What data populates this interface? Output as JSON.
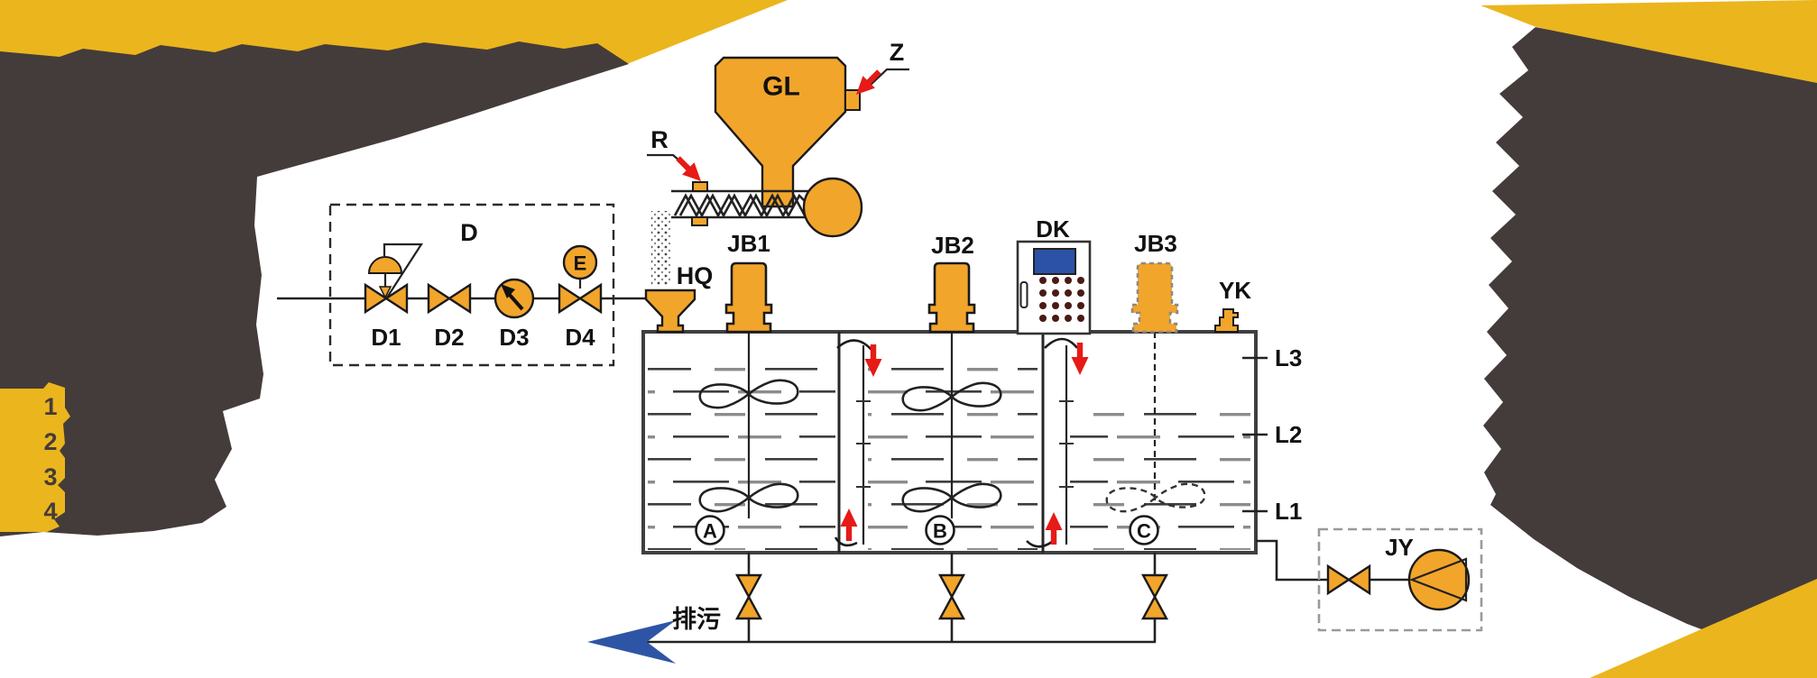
{
  "figure": {
    "hopper_label": "GL",
    "hopper_port_label": "Z",
    "feeder_point_label": "R",
    "funnel_label": "HQ",
    "mixer1_label": "JB1",
    "mixer2_label": "JB2",
    "mixer3_label": "JB3",
    "control_panel_label": "DK",
    "level_switch_label": "YK",
    "level_high_label": "L3",
    "level_mid_label": "L2",
    "level_low_label": "L1",
    "valve_group_label": "D",
    "valve1_label": "D1",
    "valve2_label": "D2",
    "gauge_label": "D3",
    "valve4_label": "D4",
    "solenoid_label": "E",
    "pump_label": "JY",
    "tank_a_label": "A",
    "tank_b_label": "B",
    "tank_c_label": "C",
    "drain_label": "排污"
  },
  "side_list": {
    "items": [
      "1",
      "2",
      "3",
      "4"
    ]
  },
  "colors": {
    "component_orange": "#F2A52B",
    "corner_yellow": "#EBB51D",
    "mask_dark": "#443C3A",
    "screen_blue": "#2B52A6",
    "drain_arrow_blue": "#2E55A5",
    "flow_arrow_red": "#E61A17"
  }
}
